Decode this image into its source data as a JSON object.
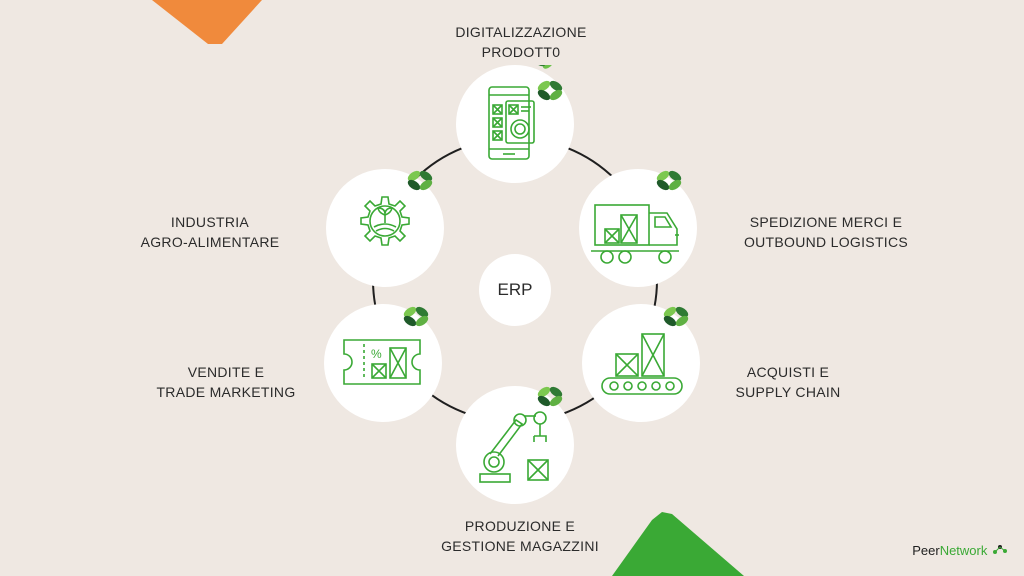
{
  "center": {
    "label": "ERP"
  },
  "nodes": [
    {
      "id": "digital",
      "lines": [
        "DIGITALIZZAZIONE",
        "PRODOTT0"
      ],
      "icon": "smartphone-product-icon"
    },
    {
      "id": "shipping",
      "lines": [
        "SPEDIZIONE MERCI E",
        "OUTBOUND LOGISTICS"
      ],
      "icon": "delivery-truck-icon"
    },
    {
      "id": "purchasing",
      "lines": [
        "ACQUISTI E",
        "SUPPLY CHAIN"
      ],
      "icon": "conveyor-belt-icon"
    },
    {
      "id": "production",
      "lines": [
        "PRODUZIONE E",
        "GESTIONE MAGAZZINI"
      ],
      "icon": "robotic-arm-icon"
    },
    {
      "id": "sales",
      "lines": [
        "VENDITE E",
        "TRADE MARKETING"
      ],
      "icon": "discount-ticket-icon"
    },
    {
      "id": "agrofood",
      "lines": [
        "INDUSTRIA",
        "AGRO-ALIMENTARE"
      ],
      "icon": "agro-gear-icon"
    }
  ],
  "logo": {
    "part1": "Peer",
    "part2": "Network"
  },
  "colors": {
    "background": "#efe8e2",
    "icon_green": "#3aa935",
    "leaf_dark": "#1f5a2a",
    "orange": "#f08a3c",
    "ring": "#1f1f1f"
  }
}
